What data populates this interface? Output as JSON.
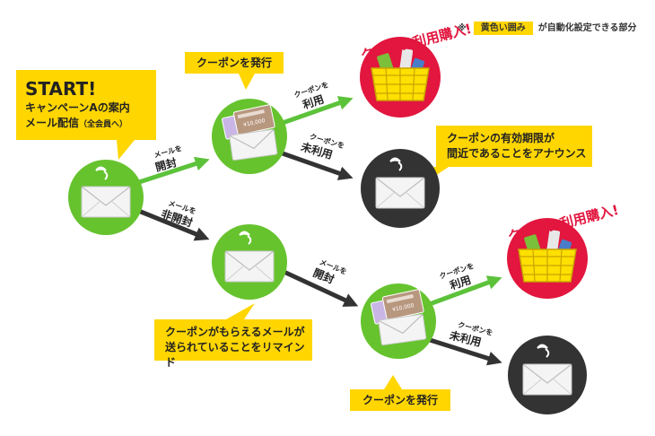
{
  "note": {
    "mark": "※",
    "highlight": "黄色い囲み",
    "text": "が自動化設定できる部分"
  },
  "start": {
    "title": "START!",
    "line1": "キャンペーンAの案内",
    "line2": "メール配信",
    "line2_sub": "（全会員へ）"
  },
  "callouts": {
    "coupon_issue_1": "クーポンを発行",
    "expiry_line1": "クーポンの有効期限が",
    "expiry_line2": "間近であることをアナウンス",
    "remind_line1": "クーポンがもらえるメールが",
    "remind_line2": "送られていることをリマインド",
    "coupon_issue_2": "クーポンを発行"
  },
  "arrows": {
    "open_small": "メールを",
    "open_big": "開封",
    "unopen_small": "メールを",
    "unopen_big": "非開封",
    "open2_small": "メールを",
    "open2_big": "開封",
    "use_small": "クーポンを",
    "use_big": "利用",
    "unuse_small": "クーポンを",
    "unuse_big": "未利用",
    "use2_small": "クーポンを",
    "use2_big": "利用",
    "unuse2_small": "クーポンを",
    "unuse2_big": "未利用"
  },
  "purchase": {
    "label_1": "クーポン利用購入!",
    "label_2": "クーポン利用購入!"
  },
  "coupon_ticket": {
    "amount": "¥10,000",
    "tag": "coupon"
  },
  "icons": [
    "mail-icon",
    "coupon-tickets-icon",
    "shopping-basket-icon"
  ],
  "colors": {
    "green": "#66c32e",
    "dark": "#333333",
    "red": "#e2163e",
    "yellow": "#ffd600",
    "arrow_green": "#5cc23a"
  }
}
